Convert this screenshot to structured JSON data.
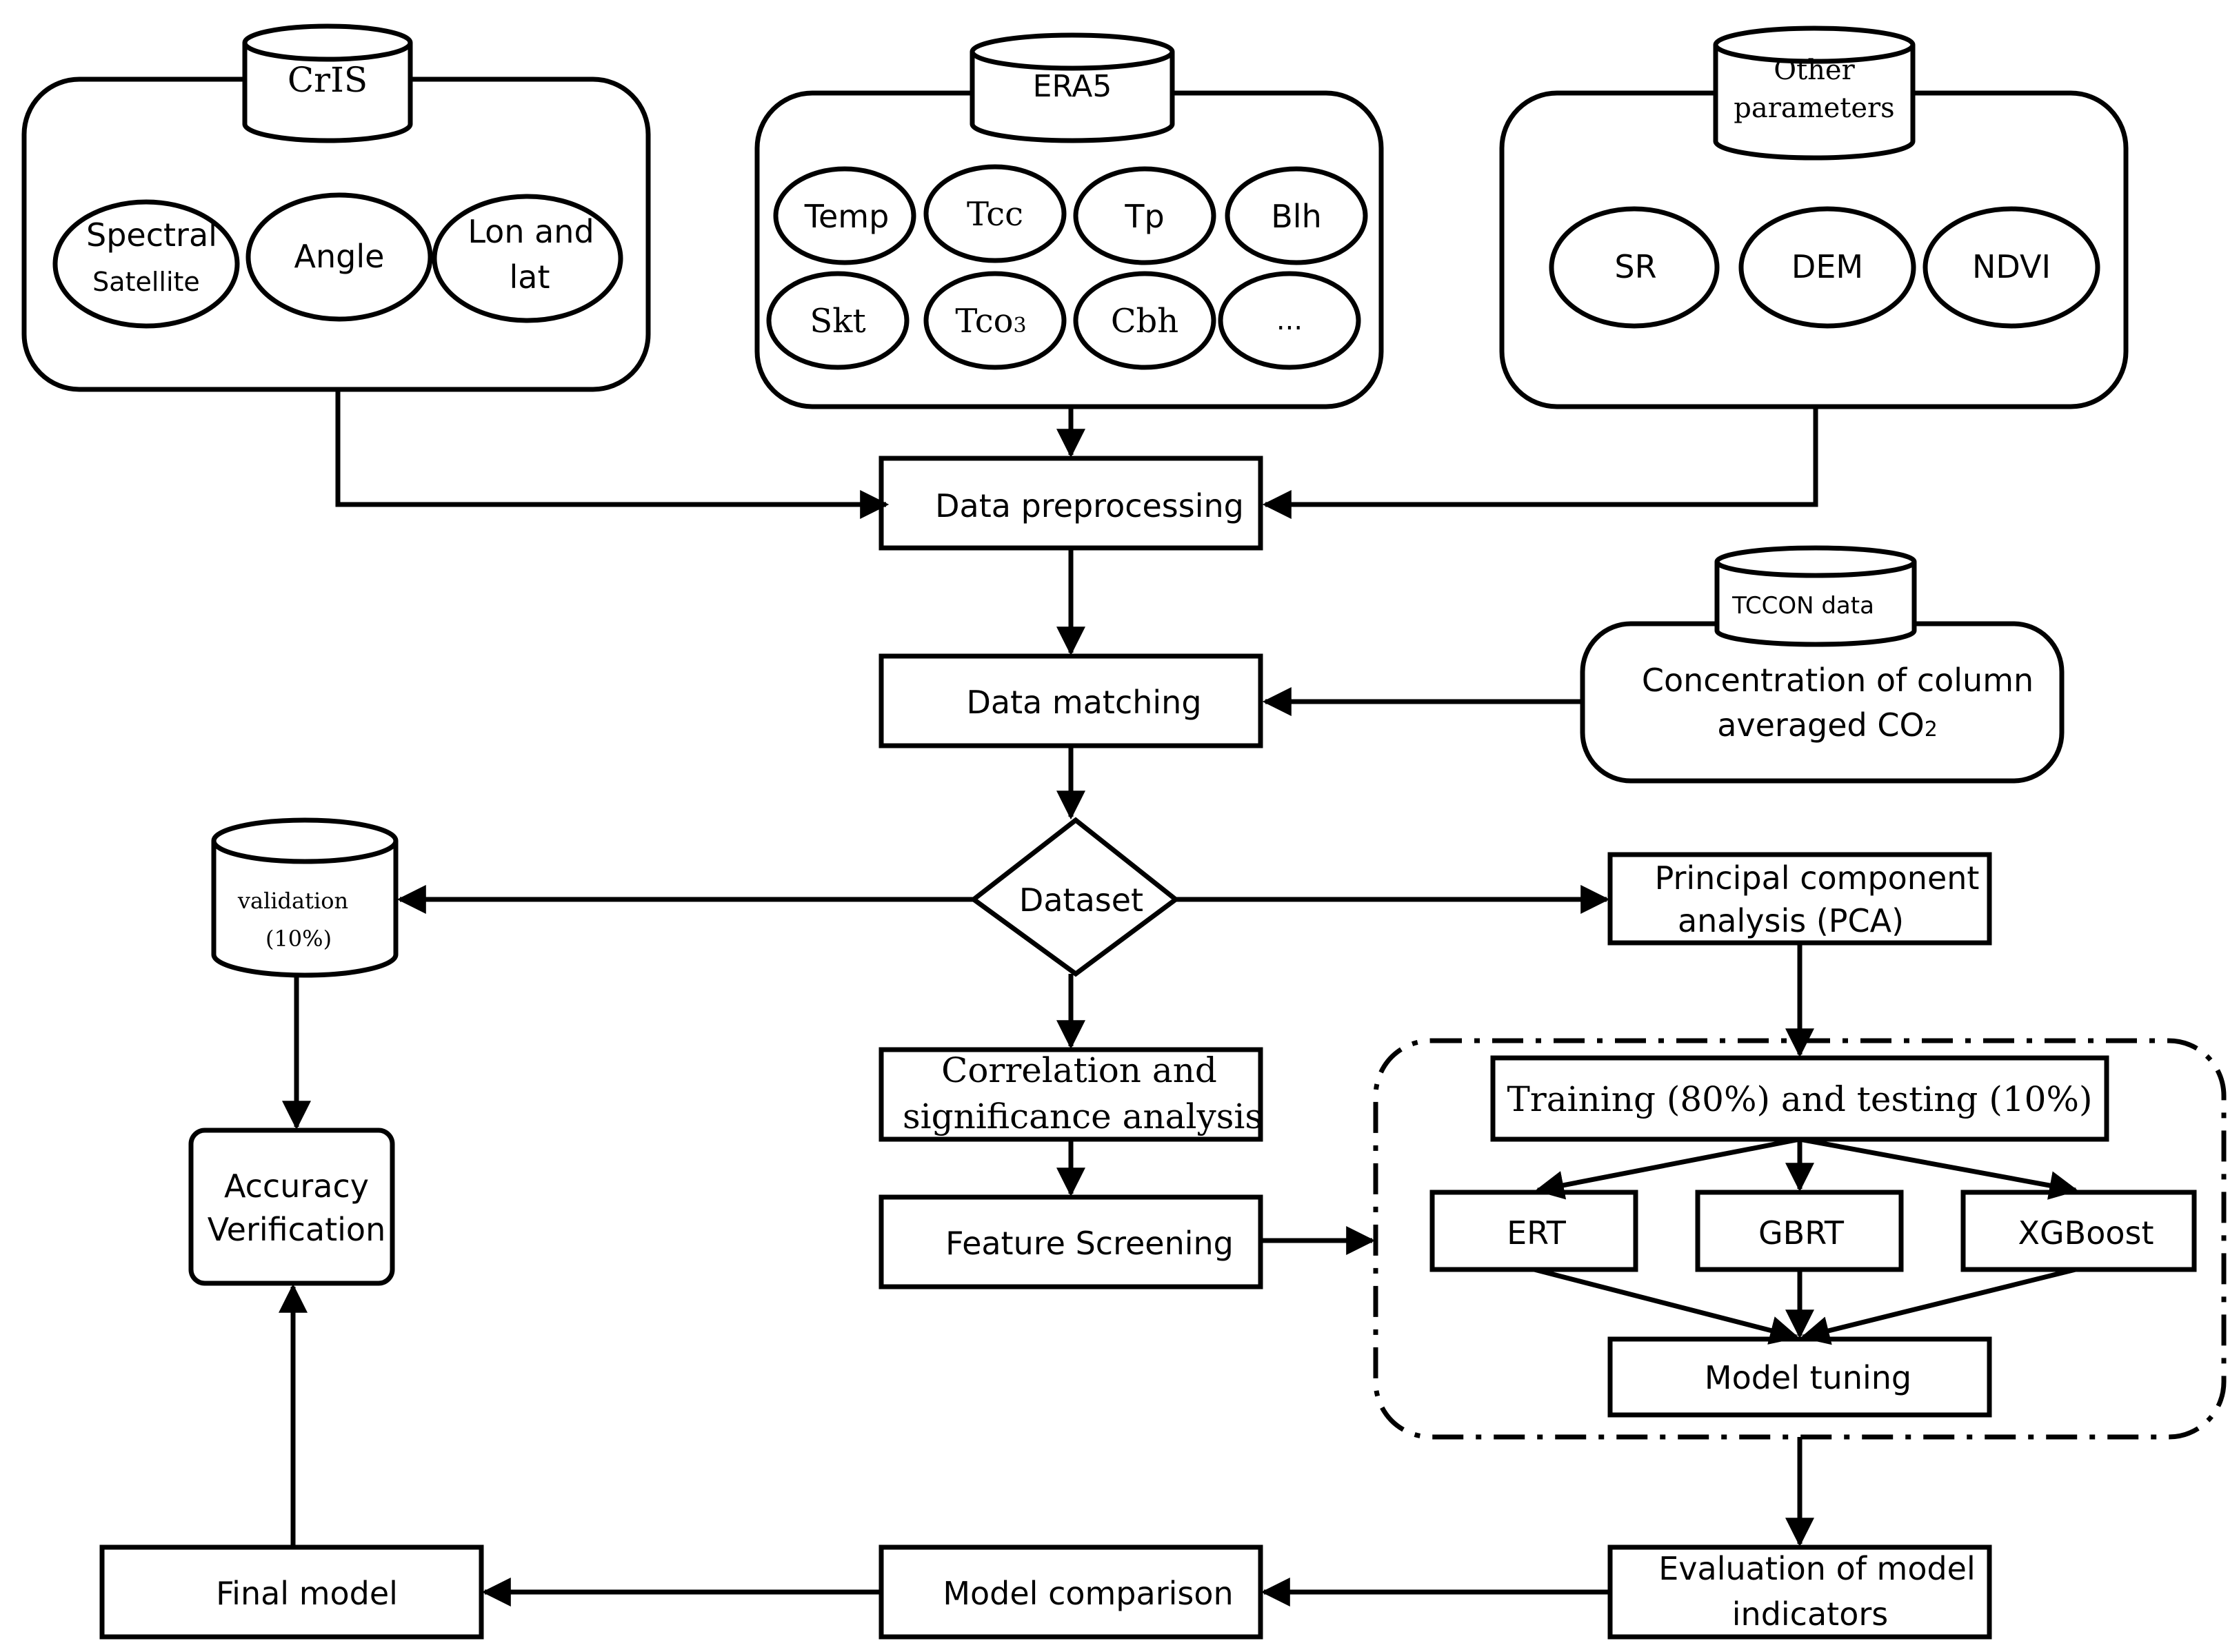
{
  "sources": {
    "cris": {
      "db_label": "CrIS",
      "items": [
        {
          "line1": "Spectral",
          "line2": "Satellite"
        },
        {
          "line1": "Angle",
          "line2": ""
        },
        {
          "line1": "Lon and",
          "line2": "lat"
        }
      ]
    },
    "era5": {
      "db_label": "ERA5",
      "items": [
        "Temp",
        "Tcc",
        "Tp",
        "Blh",
        "Skt",
        "Tco",
        "Cbh",
        "..."
      ],
      "tco_subscript": "3"
    },
    "other": {
      "db_line1": "Other",
      "db_line2": "parameters",
      "items": [
        "SR",
        "DEM",
        "NDVI"
      ]
    },
    "tccon": {
      "db_label": "TCCON data",
      "line1": "Concentration of column",
      "line2": "averaged CO",
      "subscript": "2"
    },
    "validation": {
      "line1": "validation",
      "line2": "(10%)"
    }
  },
  "steps": {
    "data_preprocessing": "Data preprocessing",
    "data_matching": "Data matching",
    "dataset": "Dataset",
    "pca_line1": "Principal component",
    "pca_line2": "analysis (PCA)",
    "correlation_line1": "Correlation and",
    "correlation_line2": "significance analysis",
    "feature_screening": "Feature Screening",
    "training_testing": "Training (80%) and testing (10%)",
    "ert": "ERT",
    "gbrt": "GBRT",
    "xgboost": "XGBoost",
    "model_tuning": "Model tuning",
    "evaluation_line1": "Evaluation of model",
    "evaluation_line2": "indicators",
    "model_comparison": "Model comparison",
    "final_model": "Final model",
    "accuracy_line1": "Accuracy",
    "accuracy_line2": "Verification"
  }
}
